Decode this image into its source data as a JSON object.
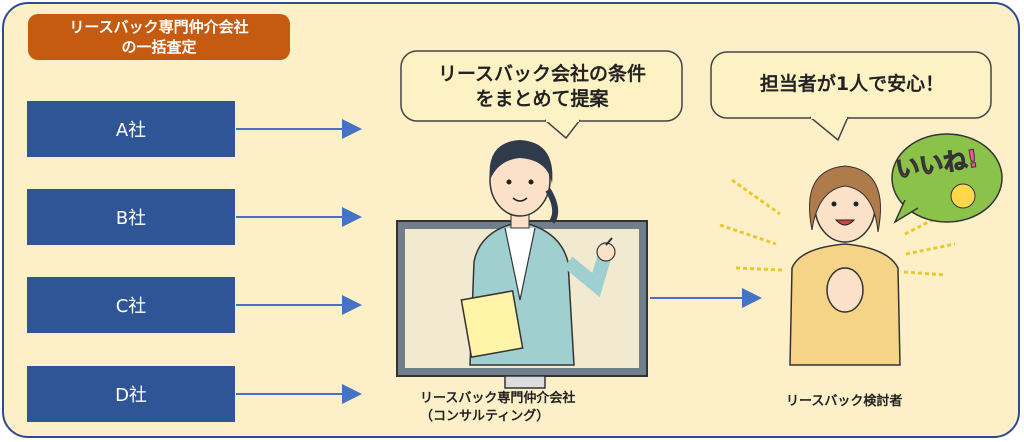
{
  "header": {
    "title": "リースバック専門仲介会社\nの一括査定"
  },
  "companies": [
    {
      "label": "A社"
    },
    {
      "label": "B社"
    },
    {
      "label": "C社"
    },
    {
      "label": "D社"
    }
  ],
  "bubbles": {
    "center": "リースバック会社の条件\nをまとめて提案",
    "right": "担当者が1人で安心！"
  },
  "badge": {
    "text": "いいね!"
  },
  "captions": {
    "center": "リースバック専門仲介会社\n（コンサルティング）",
    "right": "リースバック検討者"
  },
  "colors": {
    "panel_bg": "#fdefc7",
    "panel_border": "#2f4b8f",
    "title_bg": "#c55a11",
    "company_bg": "#2f5597",
    "arrow": "#4472c4",
    "bubble_bg": "#fdf2c4"
  }
}
